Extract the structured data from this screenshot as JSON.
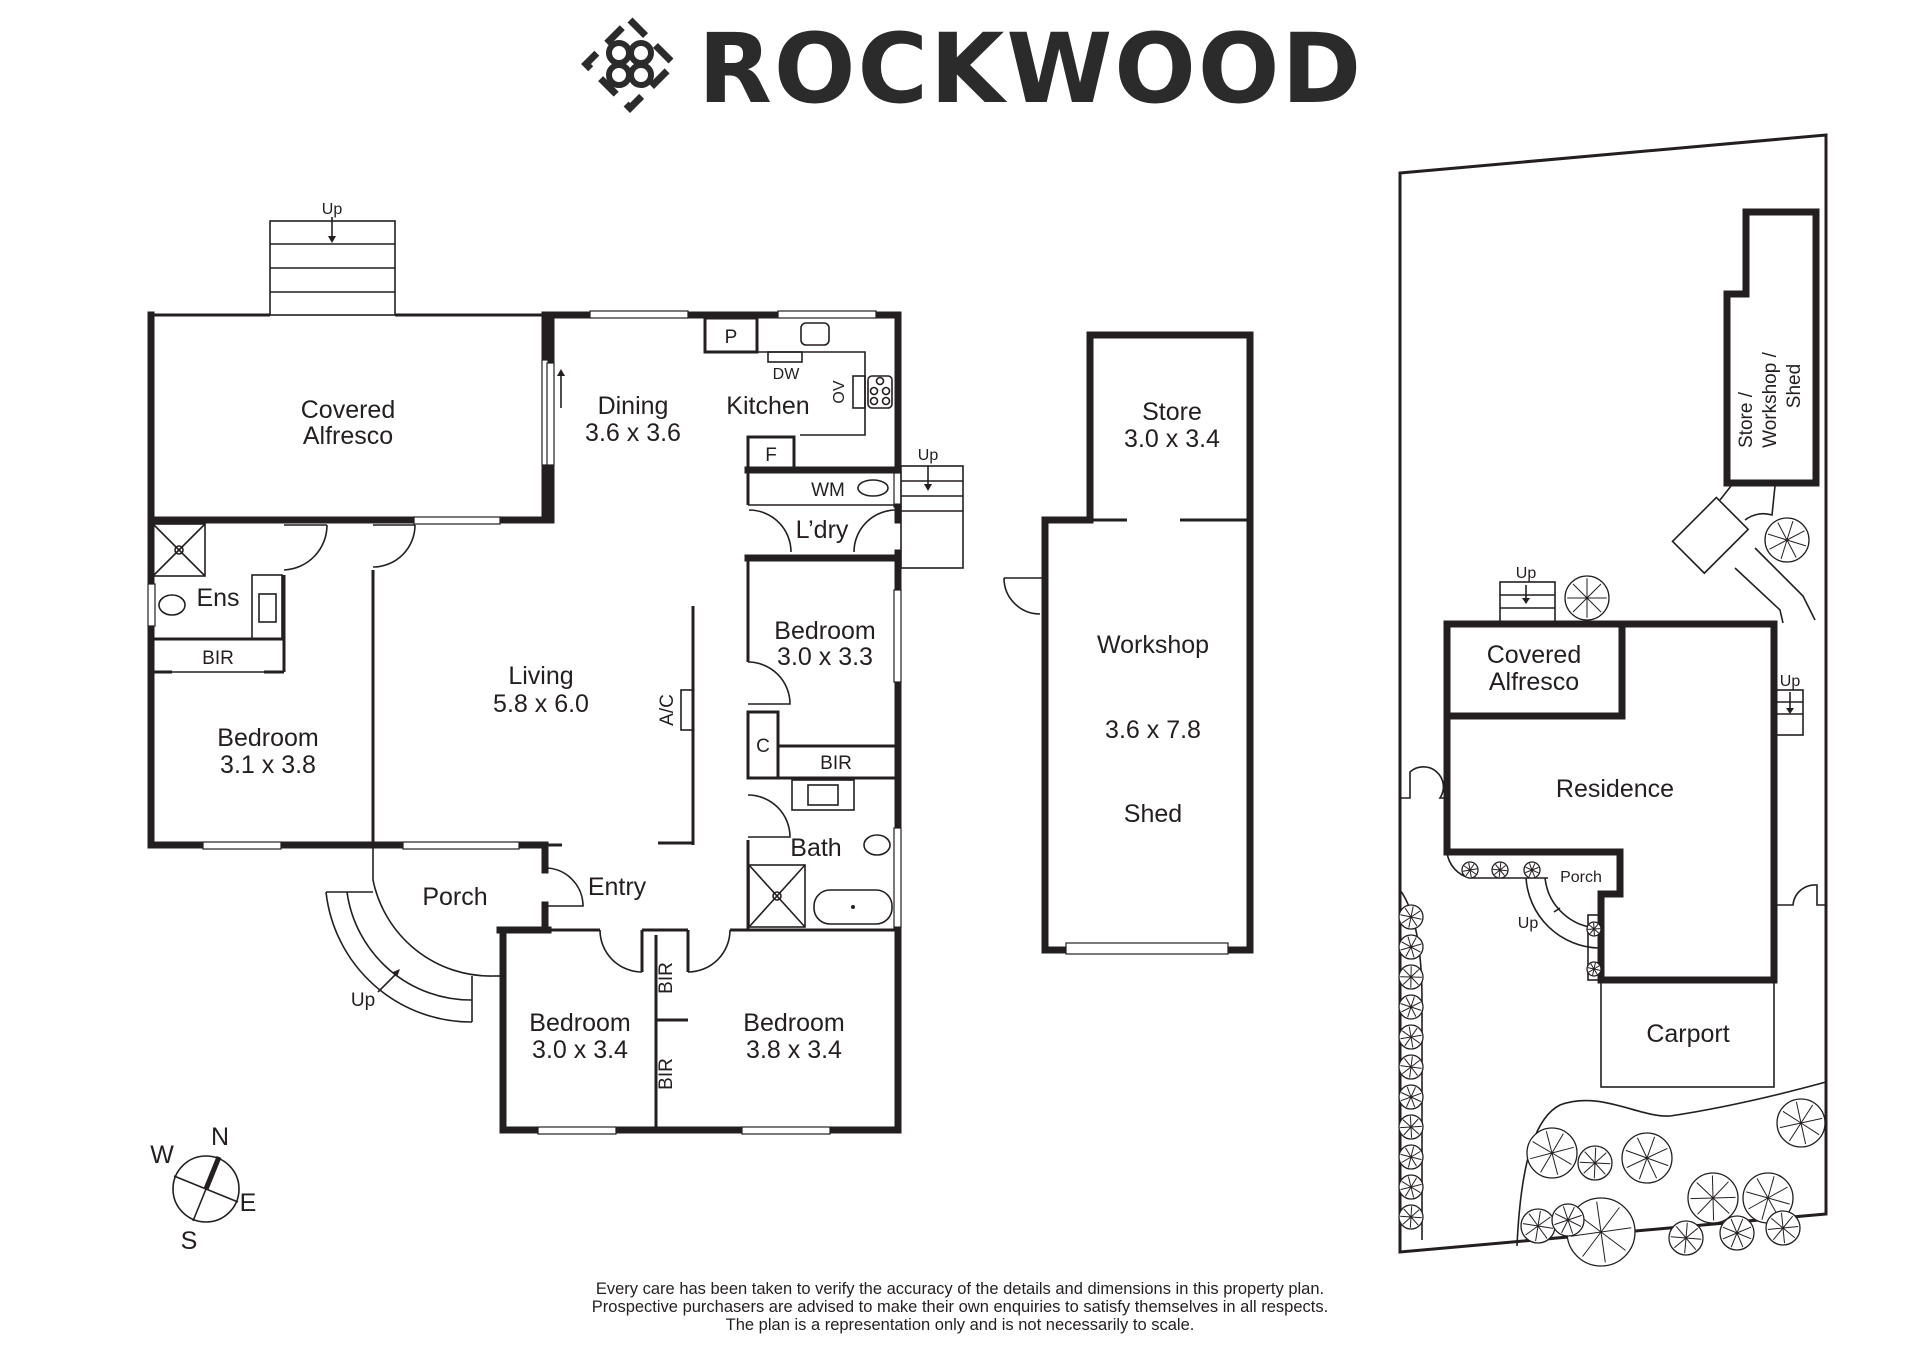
{
  "brand": {
    "name": "ROCKWOOD",
    "logo_icon": "rockwood-diamond-logo-icon"
  },
  "floor_plan": {
    "rooms": [
      {
        "id": "covered-alfresco",
        "name": "Covered",
        "name2": "Alfresco",
        "size": ""
      },
      {
        "id": "dining",
        "name": "Dining",
        "size": "3.6 x 3.6"
      },
      {
        "id": "kitchen",
        "name": "Kitchen",
        "size": ""
      },
      {
        "id": "living",
        "name": "Living",
        "size": "5.8 x 6.0"
      },
      {
        "id": "ensuite",
        "name": "Ens",
        "size": ""
      },
      {
        "id": "master-bir",
        "name": "BIR",
        "size": ""
      },
      {
        "id": "bedroom-1",
        "name": "Bedroom",
        "size": "3.1 x 3.8"
      },
      {
        "id": "laundry",
        "name": "L’dry",
        "size": ""
      },
      {
        "id": "bedroom-2",
        "name": "Bedroom",
        "size": "3.0 x 3.3"
      },
      {
        "id": "bedroom-2-bir",
        "name": "BIR",
        "size": ""
      },
      {
        "id": "linen-cupboard",
        "name": "C",
        "size": ""
      },
      {
        "id": "bath",
        "name": "Bath",
        "size": ""
      },
      {
        "id": "porch",
        "name": "Porch",
        "size": ""
      },
      {
        "id": "entry",
        "name": "Entry",
        "size": ""
      },
      {
        "id": "bedroom-3",
        "name": "Bedroom",
        "size": "3.0 x 3.4"
      },
      {
        "id": "bedroom-4",
        "name": "Bedroom",
        "size": "3.8 x 3.4"
      },
      {
        "id": "bir-upper",
        "name": "BIR",
        "size": ""
      },
      {
        "id": "bir-lower",
        "name": "BIR",
        "size": ""
      }
    ],
    "fixtures": {
      "pantry": "P",
      "dishwasher": "DW",
      "oven": "OV",
      "fridge": "F",
      "washing_machine": "WM",
      "air_conditioner": "A/C"
    },
    "stair_labels": {
      "alfresco_steps": "Up",
      "laundry_steps": "Up",
      "porch_steps": "Up"
    }
  },
  "outbuilding": {
    "store": {
      "name": "Store",
      "size": "3.0 x 3.4"
    },
    "workshop": {
      "name": "Workshop",
      "size": "3.6 x 7.8",
      "subtitle": "Shed"
    }
  },
  "site_plan": {
    "shed_label_line1": "Store /",
    "shed_label_line2": "Workshop /",
    "shed_label_line3": "Shed",
    "alfresco_line1": "Covered",
    "alfresco_line2": "Alfresco",
    "residence": "Residence",
    "porch": "Porch",
    "carport": "Carport",
    "up_labels": [
      "Up",
      "Up",
      "Up"
    ]
  },
  "compass": {
    "north": "N",
    "south": "S",
    "east": "E",
    "west": "W"
  },
  "disclaimer": {
    "line1": "Every care has been taken to verify the accuracy of the details and dimensions in this property plan.",
    "line2": "Prospective purchasers are advised to make their own enquiries to satisfy themselves in all respects.",
    "line3": "The plan is a representation only and is not necessarily to scale."
  },
  "colors": {
    "ink": "#231f20",
    "background": "#ffffff",
    "brand_text": "#2b2b2b"
  }
}
